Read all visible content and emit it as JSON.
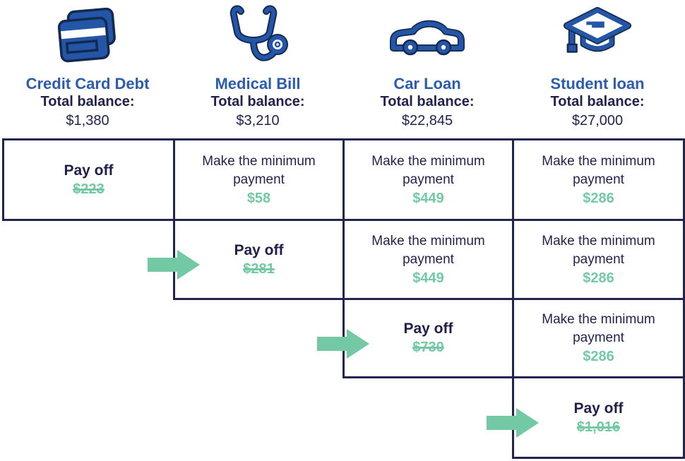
{
  "colors": {
    "navy_text": "#24234f",
    "table_border": "#232350",
    "title_blue": "#2b5cb0",
    "icon_blue": "#2456a8",
    "icon_outline": "#14294f",
    "accent_green": "#72c9a4"
  },
  "columns": [
    {
      "icon": "credit-card-icon",
      "title": "Credit Card Debt",
      "balance_label": "Total balance:",
      "balance": "$1,380"
    },
    {
      "icon": "stethoscope-icon",
      "title": "Medical Bill",
      "balance_label": "Total balance:",
      "balance": "$3,210"
    },
    {
      "icon": "car-icon",
      "title": "Car Loan",
      "balance_label": "Total balance:",
      "balance": "$22,845"
    },
    {
      "icon": "graduation-cap-icon",
      "title": "Student loan",
      "balance_label": "Total balance:",
      "balance": "$27,000"
    }
  ],
  "table": {
    "rows": [
      {
        "cells": [
          {
            "type": "payoff",
            "label": "Pay off",
            "amount": "$223",
            "strikethrough": true,
            "arrow": false
          },
          {
            "type": "minimum",
            "label": "Make the minimum payment",
            "amount": "$58",
            "strikethrough": false,
            "arrow": false
          },
          {
            "type": "minimum",
            "label": "Make the minimum payment",
            "amount": "$449",
            "strikethrough": false,
            "arrow": false
          },
          {
            "type": "minimum",
            "label": "Make the minimum payment",
            "amount": "$286",
            "strikethrough": false,
            "arrow": false
          }
        ]
      },
      {
        "cells": [
          {
            "type": "payoff",
            "label": "Pay off",
            "amount": "$281",
            "strikethrough": true,
            "arrow": true
          },
          {
            "type": "minimum",
            "label": "Make the minimum payment",
            "amount": "$449",
            "strikethrough": false,
            "arrow": false
          },
          {
            "type": "minimum",
            "label": "Make the minimum payment",
            "amount": "$286",
            "strikethrough": false,
            "arrow": false
          }
        ]
      },
      {
        "cells": [
          {
            "type": "payoff",
            "label": "Pay off",
            "amount": "$730",
            "strikethrough": true,
            "arrow": true
          },
          {
            "type": "minimum",
            "label": "Make the minimum payment",
            "amount": "$286",
            "strikethrough": false,
            "arrow": false
          }
        ]
      },
      {
        "cells": [
          {
            "type": "payoff",
            "label": "Pay off",
            "amount": "$1,016",
            "strikethrough": true,
            "arrow": true
          }
        ]
      }
    ]
  }
}
